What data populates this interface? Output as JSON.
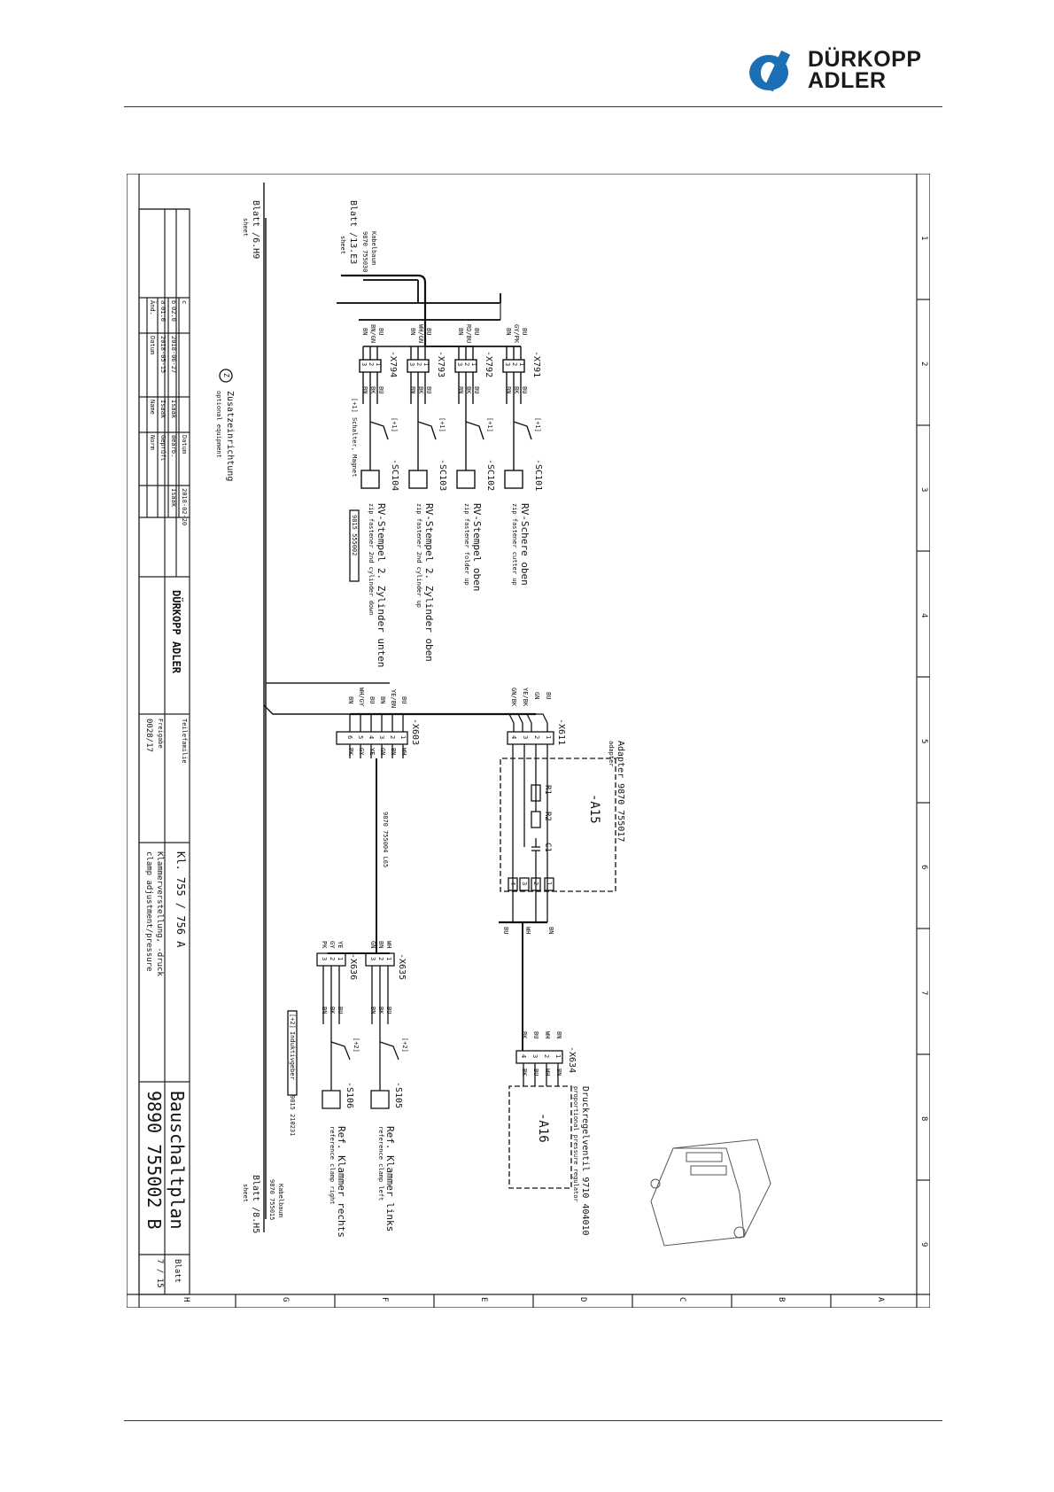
{
  "header": {
    "brand_line1": "DÜRKOPP",
    "brand_line2": "ADLER",
    "brand_color": "#1a6fb5"
  },
  "grid": {
    "columns": [
      "1",
      "2",
      "3",
      "4",
      "5",
      "6",
      "7",
      "8",
      "9"
    ],
    "rows": [
      "A",
      "B",
      "C",
      "D",
      "E",
      "F",
      "G",
      "H"
    ]
  },
  "sheet_refs": {
    "left_cable_label": "Kabelbaum",
    "left_cable_part": "9870 755030",
    "left_blatt": "Blatt /13.E3",
    "left_sheet": "sheet",
    "bottom_blatt": "Blatt /6.H9",
    "bottom_sheet": "sheet",
    "right_cable_label": "Kabelbaum",
    "right_cable_part": "9870 755015",
    "right_blatt": "Blatt /8.H5",
    "right_sheet": "sheet"
  },
  "connectors_left": [
    {
      "id": "-X791",
      "colors_in": [
        "BU",
        "GY/PK",
        "BN"
      ],
      "colors_out": [
        "BU",
        "BK",
        "BN"
      ]
    },
    {
      "id": "-X792",
      "colors_in": [
        "BU",
        "RD/BU",
        "BN"
      ],
      "colors_out": [
        "BU",
        "BK",
        "BN"
      ]
    },
    {
      "id": "-X793",
      "colors_in": [
        "BU",
        "WH/GN",
        "BN"
      ],
      "colors_out": [
        "BU",
        "BK",
        "BN"
      ]
    },
    {
      "id": "-X794",
      "colors_in": [
        "BU",
        "BN/GN",
        "BN"
      ],
      "colors_out": [
        "BU",
        "BK",
        "BN"
      ]
    }
  ],
  "pins_123": [
    "1",
    "2",
    "3"
  ],
  "switches": [
    {
      "id": "-SC101",
      "de": "RV-Schere oben",
      "en": "zip fastener cutter up",
      "tag": "[+1]"
    },
    {
      "id": "-SC102",
      "de": "RV-Stempel oben",
      "en": "zip fastener folder up",
      "tag": "[+1]"
    },
    {
      "id": "-SC103",
      "de": "RV-Stempel 2. Zylinder oben",
      "en": "zip fastener 2nd cylinder up",
      "tag": "[+1]"
    },
    {
      "id": "-SC104",
      "de": "RV-Stempel 2. Zylinder unten",
      "en": "zip fastener 2nd cylinder down",
      "tag": "[+1]"
    }
  ],
  "legend_magnet": {
    "tag": "[+1]",
    "text": "Schalter, Magnet",
    "part": "9815 555002"
  },
  "legend_induktiv": {
    "tag": "[+2]",
    "text": "Induktivgeber",
    "part": "9815 210231"
  },
  "optional": {
    "symbol": "Z",
    "de": "Zusatzeinrichtung",
    "en": "optional equipment"
  },
  "x611": {
    "id": "-X611",
    "colors": [
      "BU",
      "GN",
      "YE/BK",
      "GN/BK"
    ],
    "pins": [
      "1",
      "2",
      "3",
      "4"
    ]
  },
  "adapter": {
    "title": "Adapter 9870 755017",
    "sub": "adapter",
    "id": "-A15",
    "r1": "R1",
    "r2": "R2",
    "c1": "C1",
    "pins": [
      "1",
      "2",
      "3",
      "4"
    ],
    "wires": [
      "BN",
      "WH",
      "BU"
    ]
  },
  "valve": {
    "title": "Druckregelventil 9710 404010",
    "sub": "proportional pressure regulator",
    "id": "-A16"
  },
  "x634": {
    "id": "-X634",
    "colors_in": [
      "BN",
      "WH",
      "BU",
      "BK"
    ],
    "colors_out": [
      "BN",
      "WH",
      "BU",
      "BK"
    ],
    "pins": [
      "1",
      "2",
      "3",
      "4"
    ]
  },
  "x603": {
    "id": "-X603",
    "colors_in": [
      "BU",
      "YE/BN",
      "BN",
      "BU",
      "WH/GY",
      "BN"
    ],
    "colors_out": [
      "WH",
      "BN",
      "GN",
      "YE",
      "GY",
      "PK"
    ],
    "pins": [
      "1",
      "2",
      "3",
      "4",
      "5",
      "6"
    ]
  },
  "cable_mid": "9870 755004 L65",
  "x635": {
    "id": "-X635",
    "colors_in": [
      "WH",
      "BN",
      "GN"
    ],
    "colors_out": [
      "BU",
      "BK",
      "BN"
    ]
  },
  "x636": {
    "id": "-X636",
    "colors_in": [
      "YE",
      "GY",
      "PK"
    ],
    "colors_out": [
      "BU",
      "BK",
      "BN"
    ]
  },
  "sensors": [
    {
      "id": "-S105",
      "de": "Ref. Klammer links",
      "en": "reference clamp left",
      "tag": "[+2]"
    },
    {
      "id": "-S106",
      "de": "Ref. Klammer rechts",
      "en": "reference clamp right",
      "tag": "[+2]"
    }
  ],
  "title_block": {
    "revisions": [
      {
        "idx": "c",
        "rev": "",
        "date": "",
        "name": ""
      },
      {
        "idx": "b",
        "rev": "02.0",
        "date": "2018-06-27",
        "name": "Isaak"
      },
      {
        "idx": "a",
        "rev": "01.0",
        "date": "2018-05-15",
        "name": "Isaak"
      }
    ],
    "col_aend": "Änd.",
    "col_datum": "Datum",
    "col_name": "Name",
    "row_datum": "Datum",
    "row_datum_val": "2018-02-20",
    "row_bearb": "Bearb.",
    "row_bearb_val": "Isaak",
    "row_geprueft": "Geprüft",
    "row_norm": "Norm",
    "teilefamilie": "Teilefamilie",
    "freigabe": "Freigabe",
    "freigabe_val": "0028/17",
    "class_line": "Kl. 755 / 756 A",
    "desc_de": "Klammerverstellung, -druck",
    "desc_en": "clamp adjustment/pressure",
    "doc_title": "Bauschaltplan",
    "doc_number": "9890  755002 B",
    "blatt_label": "Blatt",
    "blatt_val": "7 / 15"
  }
}
